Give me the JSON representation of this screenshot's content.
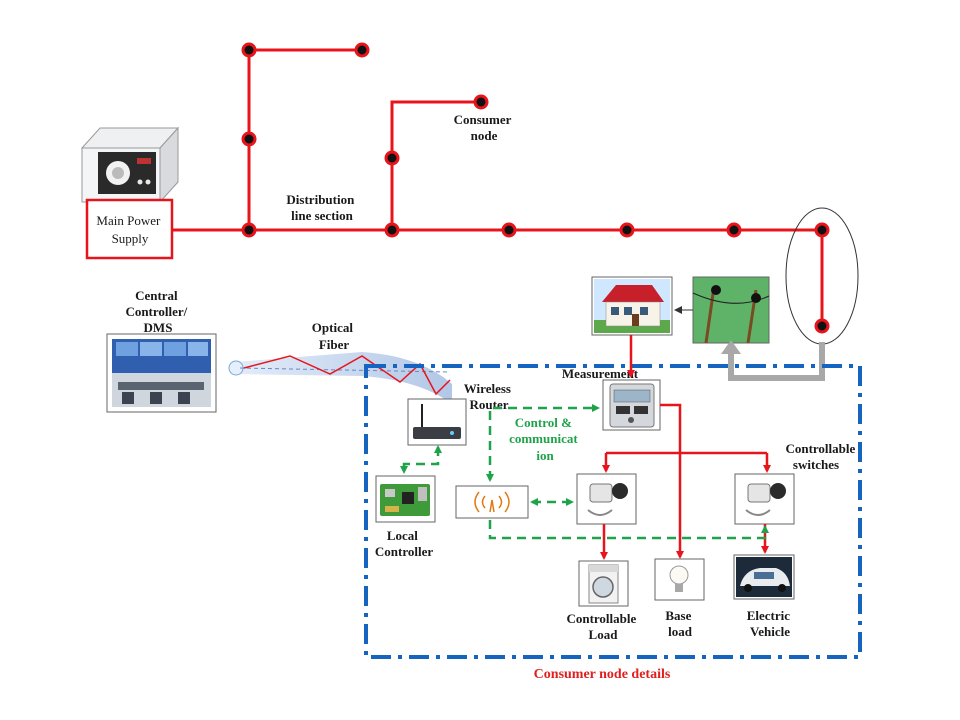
{
  "labels": {
    "main_power_supply": [
      "Main Power",
      "Supply"
    ],
    "consumer_node": [
      "Consumer",
      "node"
    ],
    "distribution_line": [
      "Distribution",
      "line section"
    ],
    "central_controller": [
      "Central",
      "Controller/",
      "DMS"
    ],
    "optical_fiber": [
      "Optical",
      "Fiber"
    ],
    "measurement": "Measurement",
    "wireless_router": [
      "Wireless",
      "Router"
    ],
    "control_comm": [
      "Control &",
      "communicat",
      "ion"
    ],
    "controllable_switches": [
      "Controllable",
      "switches"
    ],
    "local_controller": [
      "Local",
      "Controller"
    ],
    "controllable_load": [
      "Controllable",
      "Load"
    ],
    "base_load": [
      "Base",
      "load"
    ],
    "electric_vehicle": [
      "Electric",
      "Vehicle"
    ],
    "consumer_node_details": "Consumer node details"
  },
  "colors": {
    "power_line": "#e8141b",
    "control_line": "#1fa34a",
    "boundary": "#1565c0",
    "caption": "#e02020"
  }
}
